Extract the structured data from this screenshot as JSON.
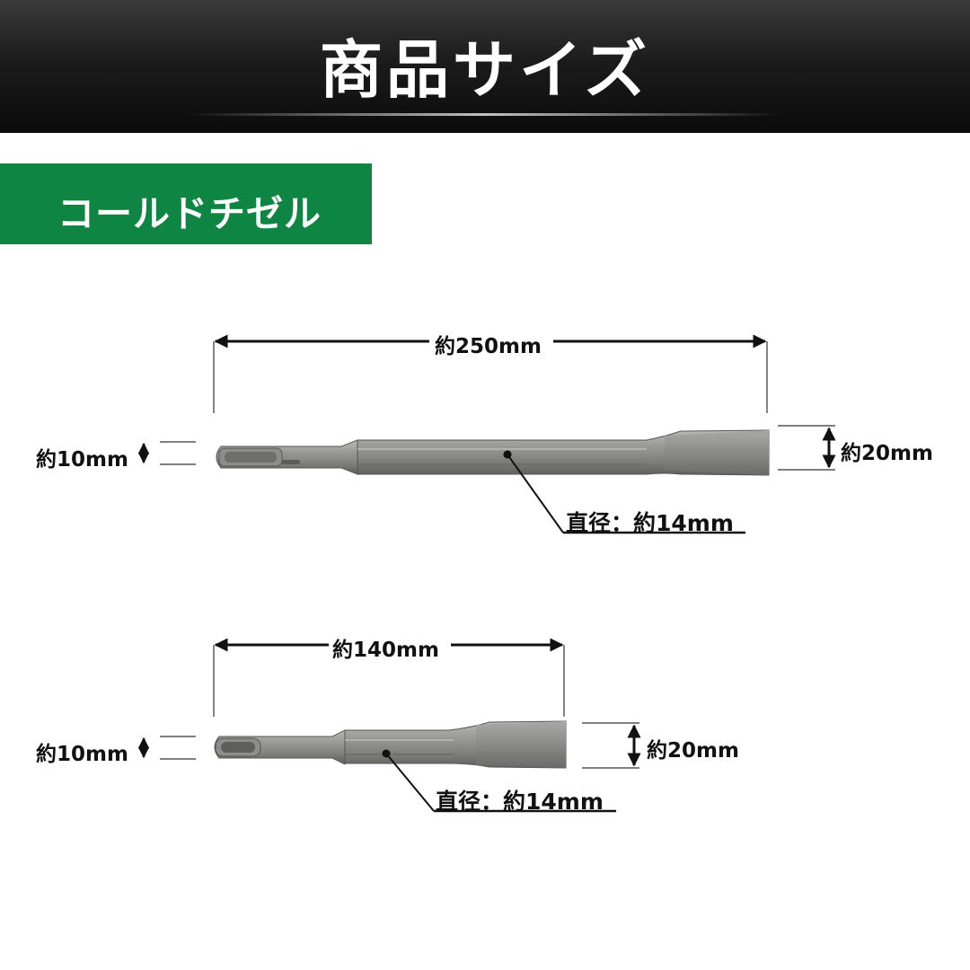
{
  "header": {
    "title": "商品サイズ"
  },
  "category": {
    "label": "コールドチゼル"
  },
  "colors": {
    "header_dark": "#111111",
    "accent_green": "#0e8543",
    "steel": "#8e8e8c"
  },
  "chisels": [
    {
      "length_label": "約250mm",
      "shank_label": "約10mm",
      "tip_label": "約20mm",
      "diameter_label": "直径：約14mm"
    },
    {
      "length_label": "約140mm",
      "shank_label": "約10mm",
      "tip_label": "約20mm",
      "diameter_label": "直径：約14mm"
    }
  ]
}
